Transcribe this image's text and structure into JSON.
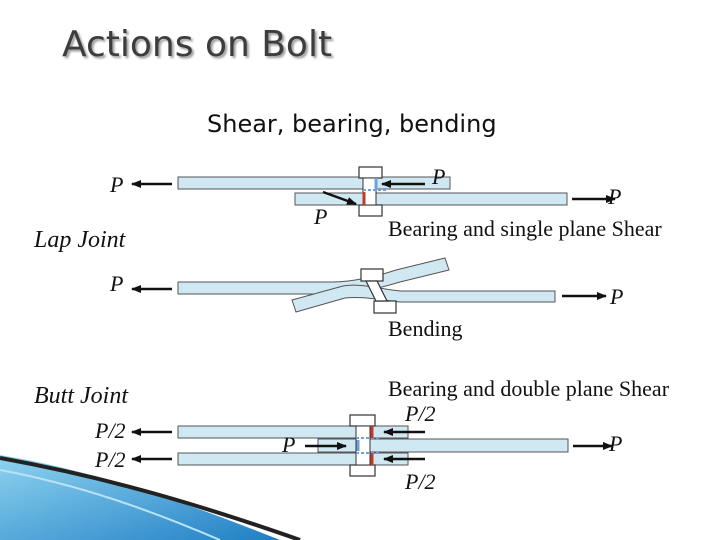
{
  "slide": {
    "title": "Actions on Bolt",
    "subtitle": "Shear, bearing, bending"
  },
  "lap_joint": {
    "label": "Lap Joint",
    "force_left_top": "P",
    "force_right_top": "P",
    "force_mid": "P",
    "force_far_right": "P",
    "caption_shear": "Bearing and single plane Shear",
    "force_left_bend": "P",
    "force_right_bend": "P",
    "caption_bending": "Bending"
  },
  "butt_joint": {
    "label": "Butt Joint",
    "caption": "Bearing and double plane Shear",
    "force_left_upper": "P/2",
    "force_left_lower": "P/2",
    "force_mid": "P",
    "force_right_upper": "P/2",
    "force_right": "P",
    "force_right_lower": "P/2"
  },
  "colors": {
    "plate_fill": "#cfe8f1",
    "bolt_fill": "#ffffff",
    "shear_line": "#c0392b",
    "bearing_line": "#6fa0d8",
    "accent_corner": "#2b8fd0"
  }
}
